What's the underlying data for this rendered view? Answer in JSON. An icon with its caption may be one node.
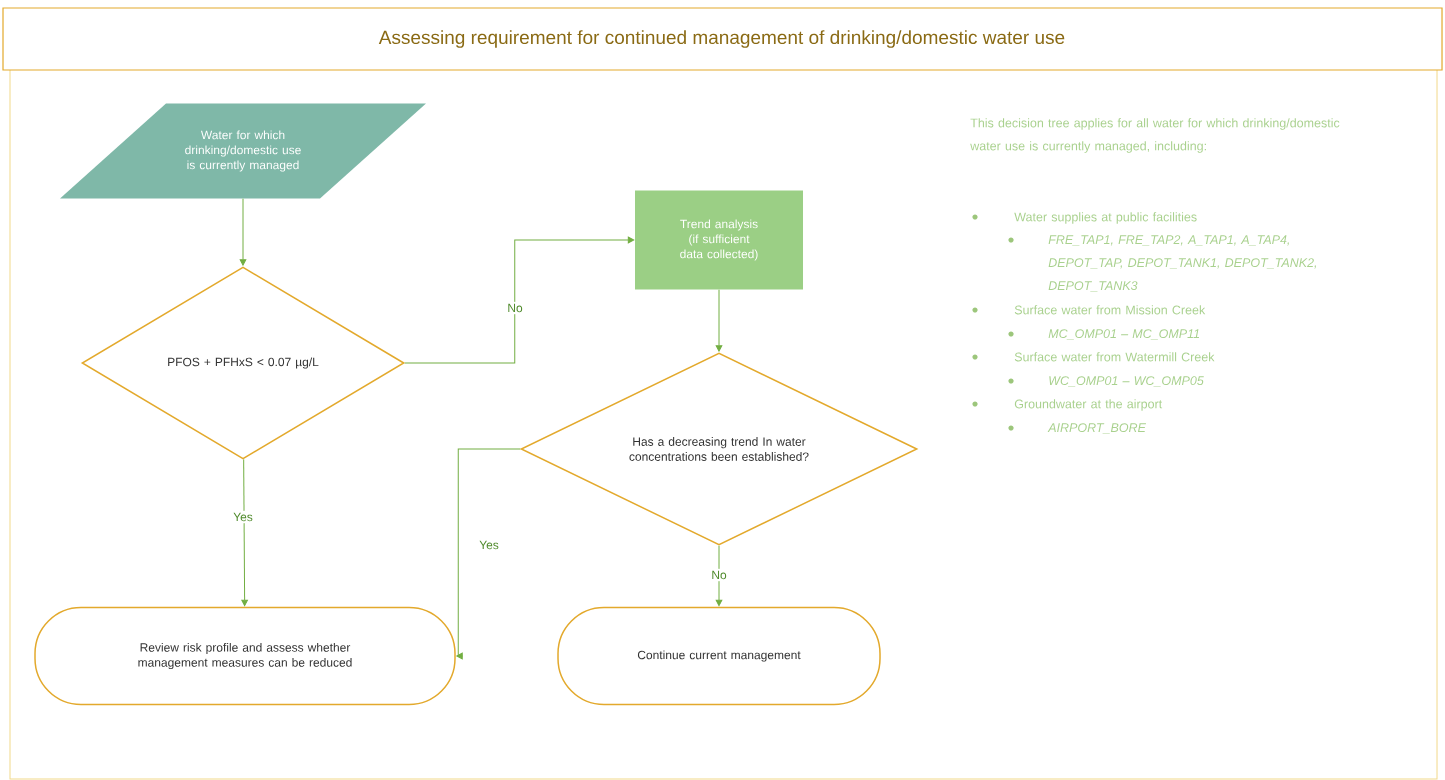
{
  "diagram": {
    "title": "Assessing requirement for continued management of drinking/domestic water use",
    "nodes": [
      {
        "text": [
          "Water for which drinking/domestic use is currently managed"
        ]
      },
      {
        "text": [
          "PFOS + PFHxS < 0.07 µg/L"
        ]
      },
      {
        "text": [
          "Trend analysis (if sufficient data collected)"
        ]
      },
      {
        "text": [
          "Has a decreasing trend In water concentrations been established?"
        ]
      },
      {
        "text": [
          "Review risk profile and assess whether management measures can be reduced"
        ]
      },
      {
        "text": [
          "Continue current management"
        ]
      }
    ],
    "edges": [
      {
        "from": 0,
        "to": 1,
        "arrow": "to"
      },
      {
        "from": 1,
        "to": 2,
        "arrow": "to",
        "label": "No"
      },
      {
        "from": 1,
        "to": 4,
        "arrow": "to",
        "label": "Yes"
      },
      {
        "from": 2,
        "to": 3,
        "arrow": "to"
      },
      {
        "from": 3,
        "to": 4,
        "arrow": "to",
        "label": "Yes"
      },
      {
        "from": 3,
        "to": 5,
        "arrow": "to",
        "label": "No"
      }
    ],
    "labels": [
      "This decision tree applies for all water for which drinking/domestic water use is currently managed, including:",
      "Water supplies at public facilities",
      "FRE_TAP1, FRE_TAP2, A_TAP1, A_TAP4, DEPOT_TAP, DEPOT_TANK1, DEPOT_TANK2, DEPOT_TANK3",
      "Surface water from Mission Creek",
      "MC_OMP01 – MC_OMP11",
      "Surface water from Watermill Creek",
      "WC_OMP01 – WC_OMP05",
      "Groundwater at the airport",
      "AIRPORT_BORE"
    ]
  }
}
